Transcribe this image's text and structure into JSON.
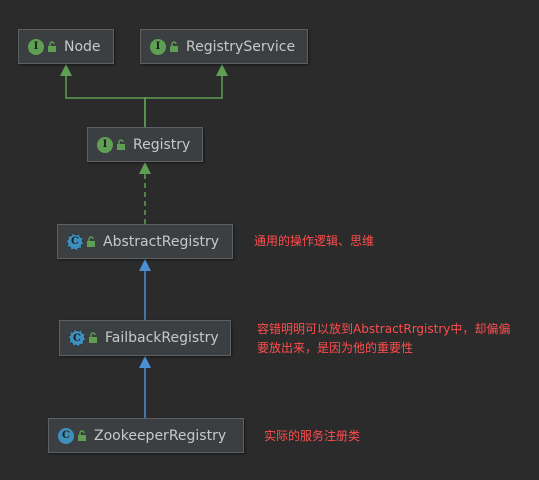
{
  "nodes": {
    "node": {
      "label": "Node",
      "kind": "interface",
      "icon": "interface-icon"
    },
    "registry_service": {
      "label": "RegistryService",
      "kind": "interface",
      "icon": "interface-icon"
    },
    "registry": {
      "label": "Registry",
      "kind": "interface",
      "icon": "interface-icon"
    },
    "abstract_registry": {
      "label": "AbstractRegistry",
      "kind": "abstract-class",
      "icon": "abstract-class-icon"
    },
    "failback_registry": {
      "label": "FailbackRegistry",
      "kind": "abstract-class",
      "icon": "abstract-class-icon"
    },
    "zookeeper_registry": {
      "label": "ZookeeperRegistry",
      "kind": "class",
      "icon": "class-icon"
    }
  },
  "badges": {
    "interface": "I",
    "class": "C"
  },
  "notes": {
    "abstract_registry": "通用的操作逻辑、思维",
    "failback_registry_line1": "容错明明可以放到AbstractRrgistry中，却偏偏",
    "failback_registry_line2": "要放出来，是因为他的重要性",
    "zookeeper_registry": "实际的服务注册类"
  },
  "colors": {
    "background": "#2b2b2b",
    "implements_edge": "#5f9f54",
    "extends_edge": "#4b8ed6",
    "note_text": "#ff4d4d",
    "node_fill": "#3c3f41"
  }
}
